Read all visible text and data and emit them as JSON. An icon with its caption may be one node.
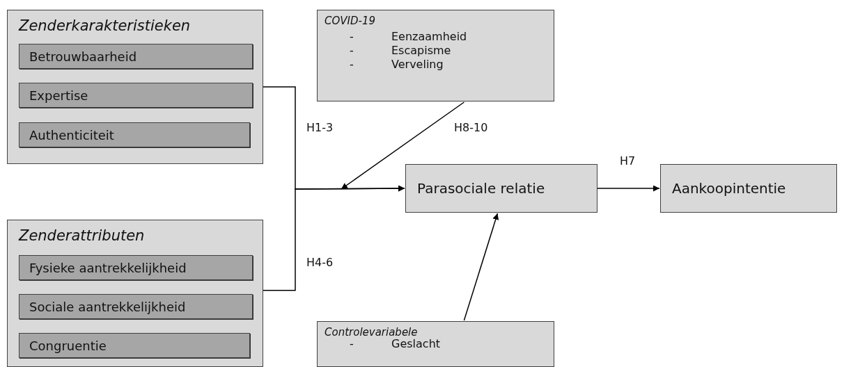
{
  "diagram": {
    "nodes": [
      {
        "text": [
          "Zenderkarakteristieken"
        ]
      },
      {
        "text": [
          "Betrouwbaarheid"
        ],
        "in": 0
      },
      {
        "text": [
          "Expertise"
        ],
        "in": 0
      },
      {
        "text": [
          "Authenticiteit"
        ],
        "in": 0
      },
      {
        "text": [
          "Zenderattributen"
        ]
      },
      {
        "text": [
          "Fysieke aantrekkelijkheid"
        ],
        "in": 4
      },
      {
        "text": [
          "Sociale aantrekkelijkheid"
        ],
        "in": 4
      },
      {
        "text": [
          "Congruentie"
        ],
        "in": 4
      },
      {
        "text": [
          "COVID-19",
          "-",
          "Eenzaamheid",
          "-",
          "Escapisme",
          "-",
          "Verveling"
        ]
      },
      {
        "text": [
          "Parasociale relatie"
        ]
      },
      {
        "text": [
          "Aankoopintentie"
        ]
      },
      {
        "text": [
          "Controlevariabele",
          "-",
          "Geslacht"
        ]
      }
    ],
    "edges": [
      {
        "from": 0,
        "to": 9,
        "arrow": "to",
        "label": "H1-3"
      },
      {
        "from": 4,
        "to": 9,
        "arrow": "to",
        "label": "H4-6"
      },
      {
        "from": 8,
        "to": null,
        "arrow": "to",
        "label": "H8-10"
      },
      {
        "from": 9,
        "to": 10,
        "arrow": "to",
        "label": "H7"
      },
      {
        "from": 11,
        "to": 9,
        "arrow": "to"
      }
    ]
  }
}
